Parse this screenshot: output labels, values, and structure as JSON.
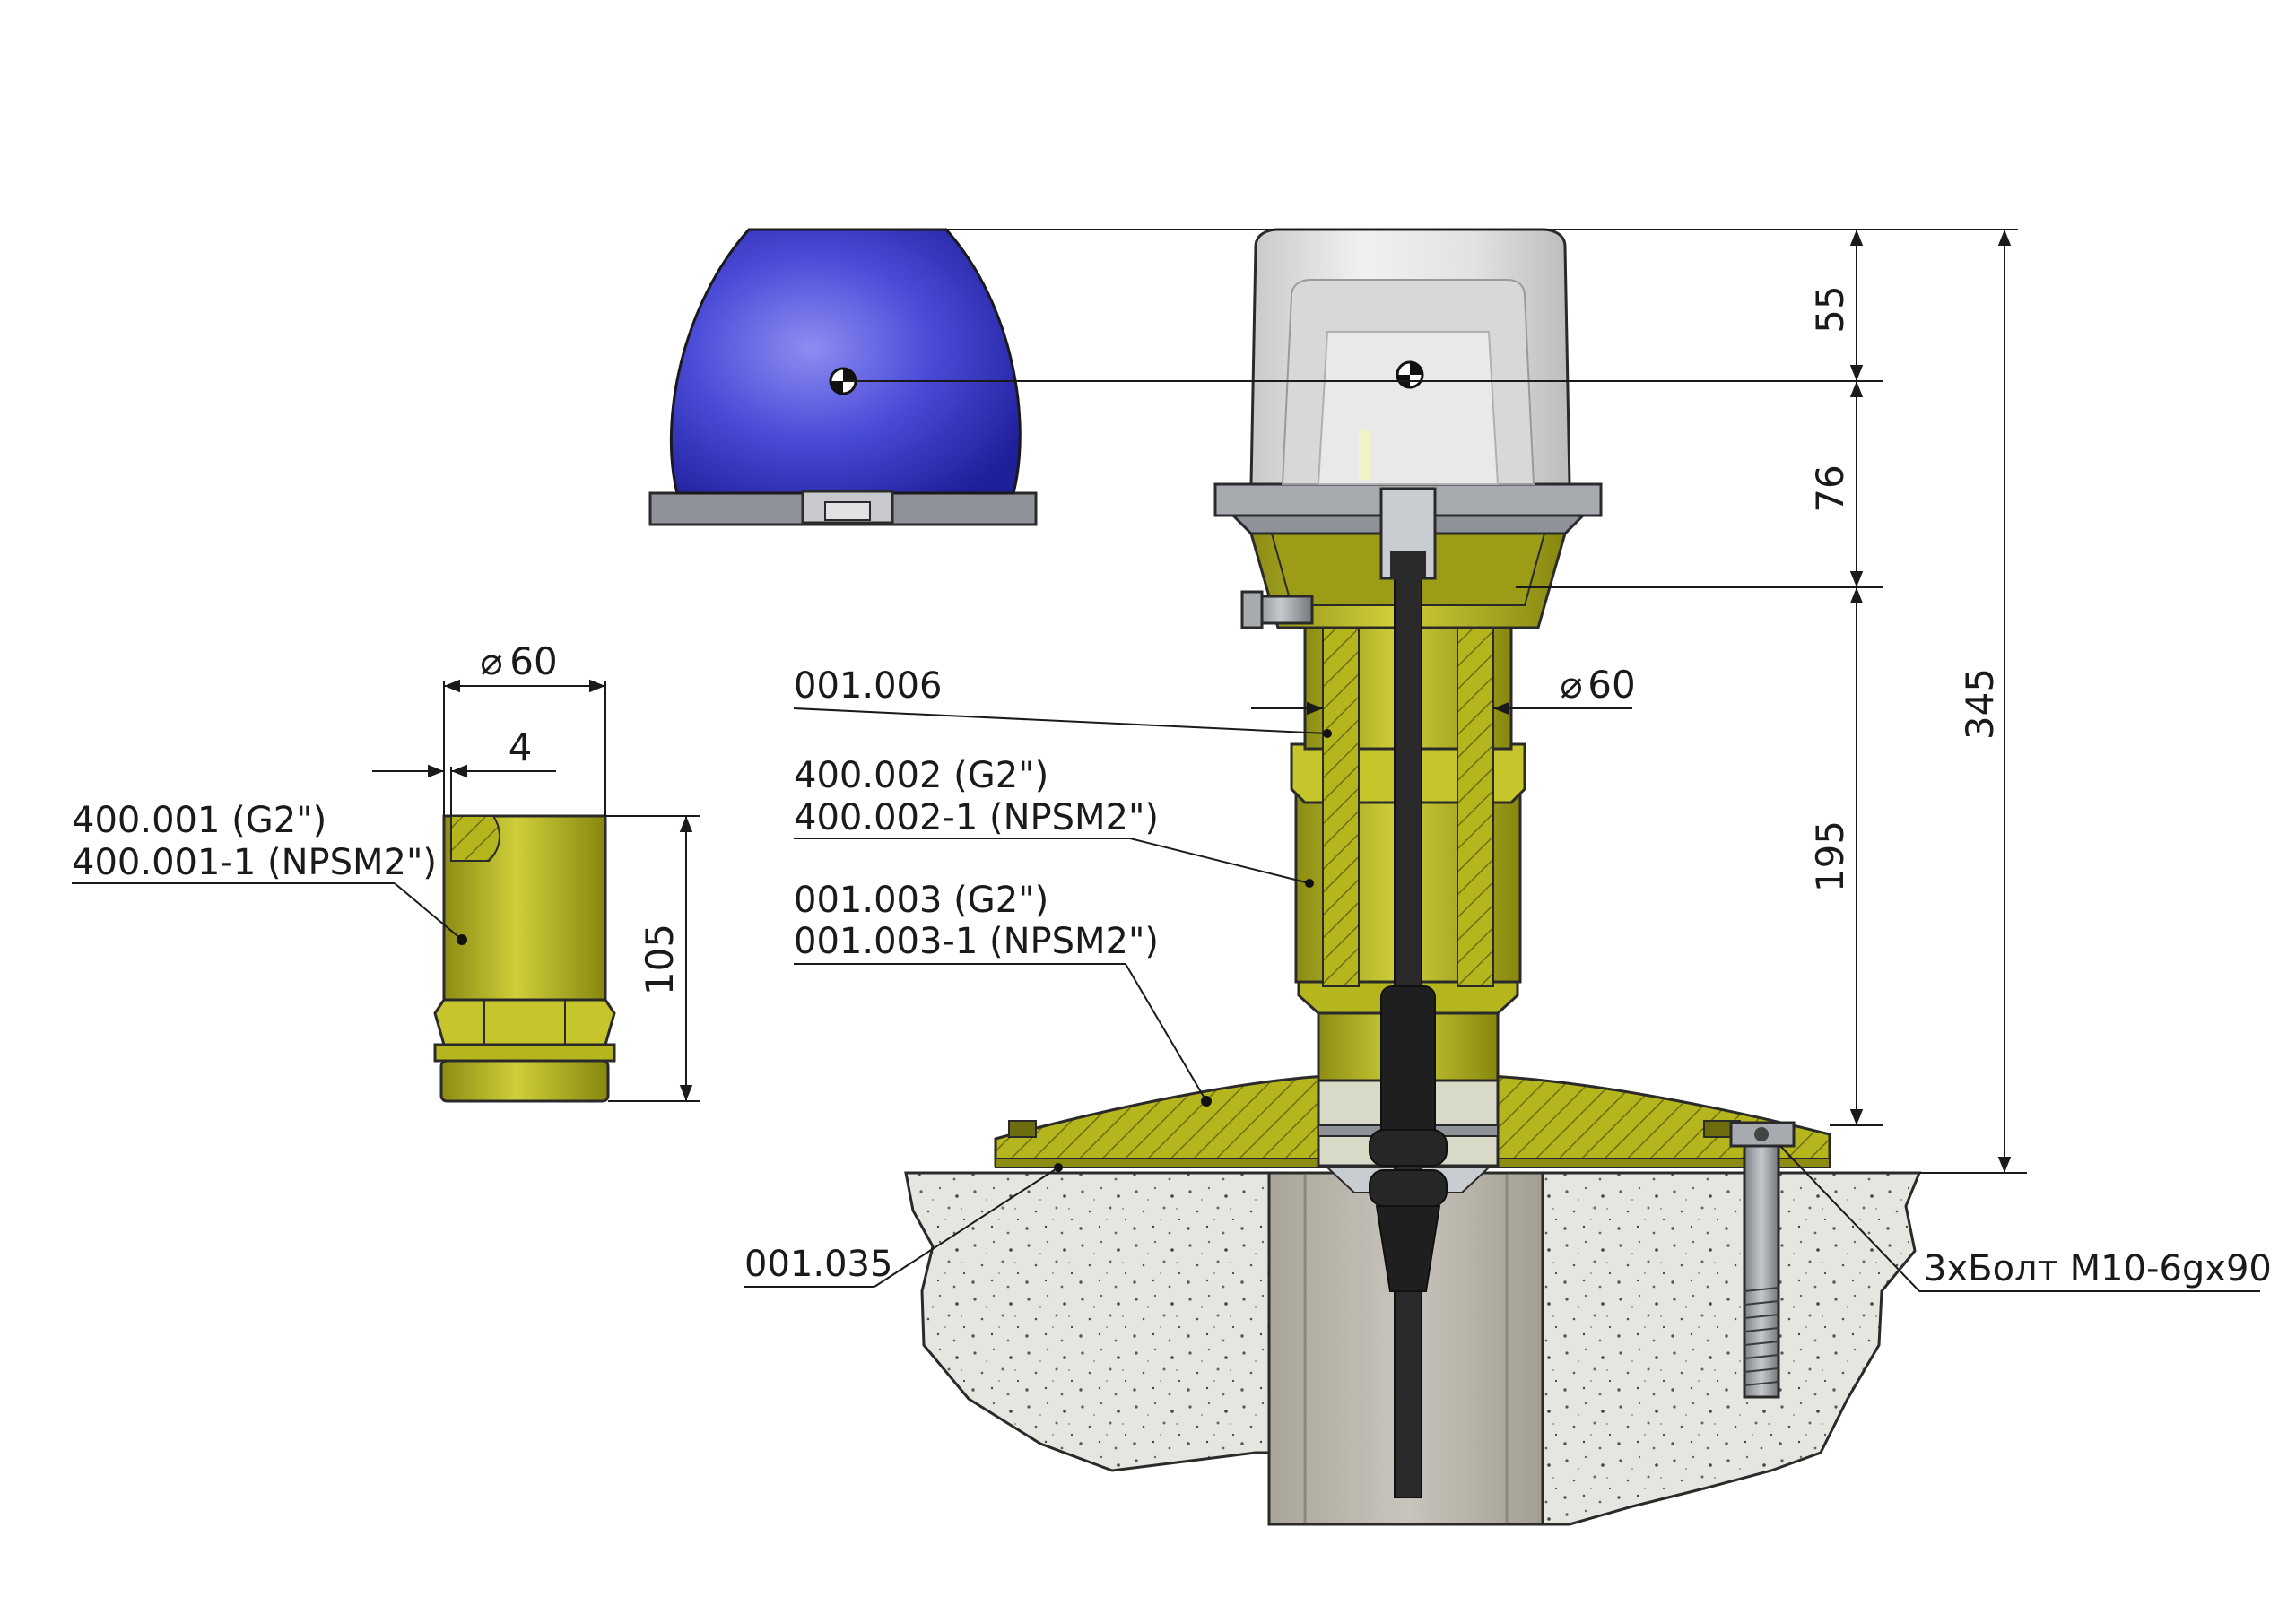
{
  "colors": {
    "brass": "#b5b51e",
    "brass_dark": "#7d7d12",
    "brass_light": "#d6d645",
    "blue_dome": "#3c3cd2",
    "concrete": "#e9e9e4",
    "tube": "#bdb8ae",
    "cable": "#2a2a2a",
    "steel": "#8f9399"
  },
  "labels": {
    "part_001_006": "001.006",
    "part_400_002": "400.002 (G2\")",
    "part_400_002_1": "400.002-1 (NPSM2\")",
    "part_001_003": "001.003 (G2\")",
    "part_001_003_1": "001.003-1 (NPSM2\")",
    "part_400_001": "400.001 (G2\")",
    "part_400_001_1": "400.001-1 (NPSM2\")",
    "part_001_035": "001.035",
    "bolt": "3хБолт М10-6gх90"
  },
  "dimensions": {
    "d55": "55",
    "d76": "76",
    "d195": "195",
    "d345": "345",
    "d105": "105",
    "d4": "4",
    "dia60_left": "60",
    "dia60_right": "60",
    "dia_symbol": "⌀"
  }
}
